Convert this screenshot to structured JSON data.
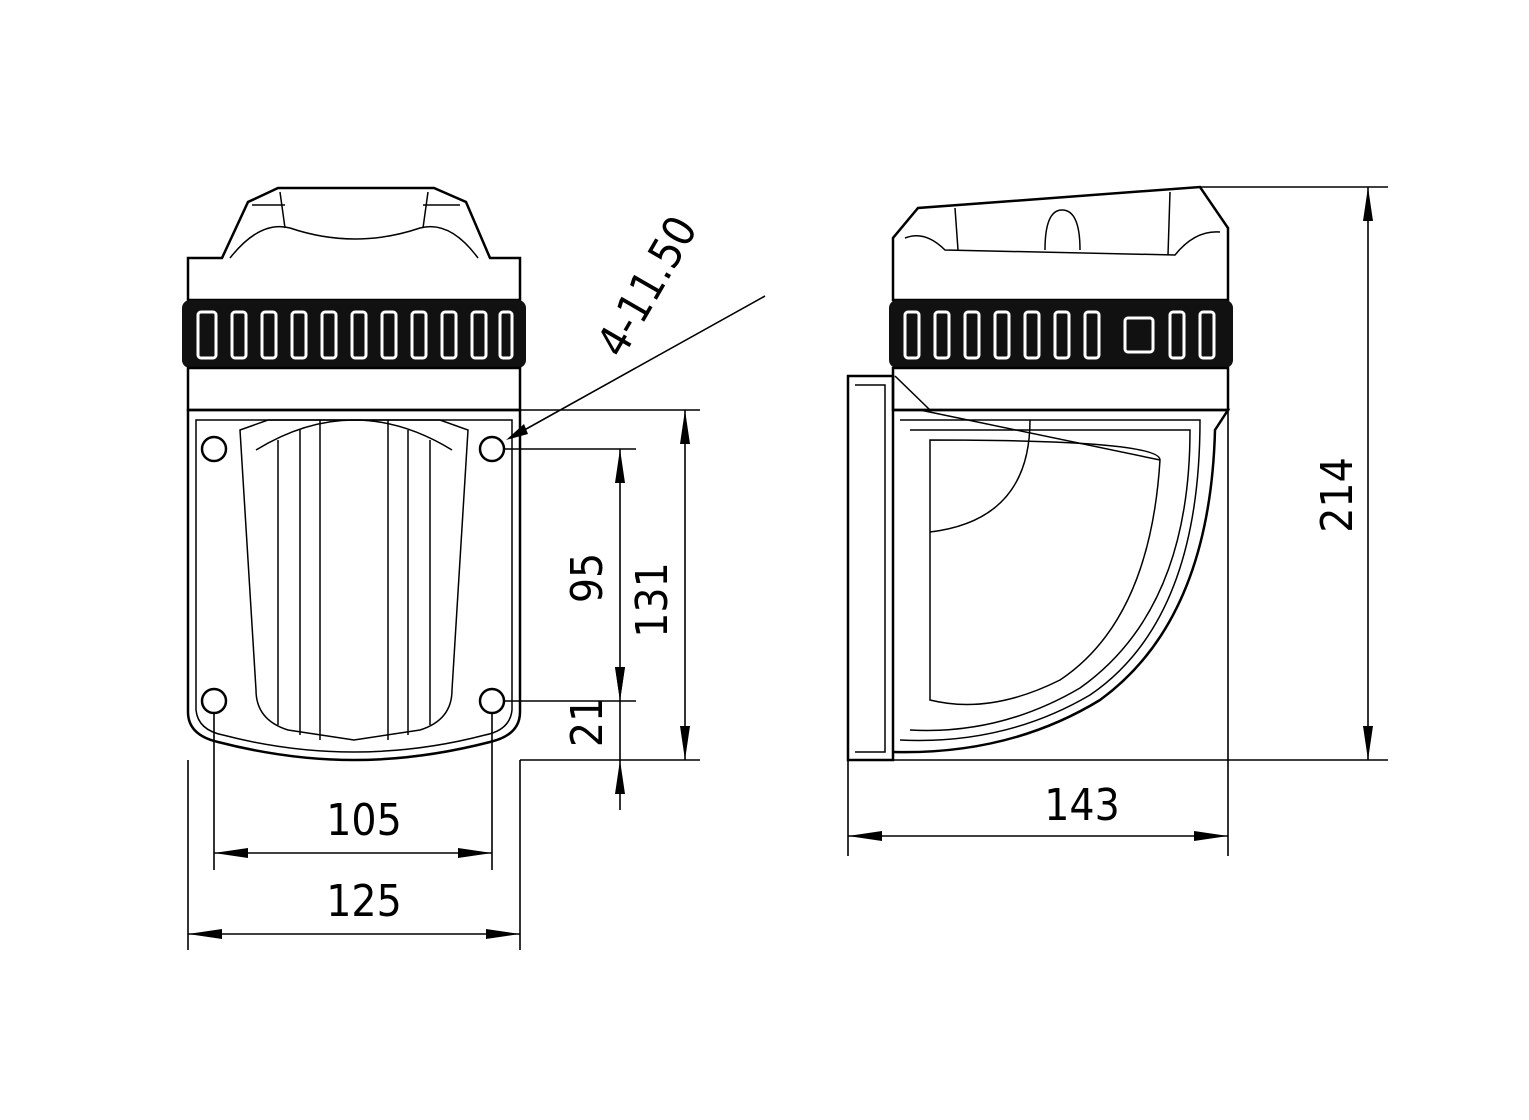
{
  "drawing": {
    "front_view": {
      "hole_callout": "4-11.50",
      "dims": {
        "hole_spacing_width": "105",
        "overall_width": "125",
        "hole_spacing_height": "95",
        "body_height": "131",
        "hole_offset_bottom": "21"
      }
    },
    "side_view": {
      "dims": {
        "overall_depth": "143",
        "overall_height": "214"
      }
    }
  }
}
